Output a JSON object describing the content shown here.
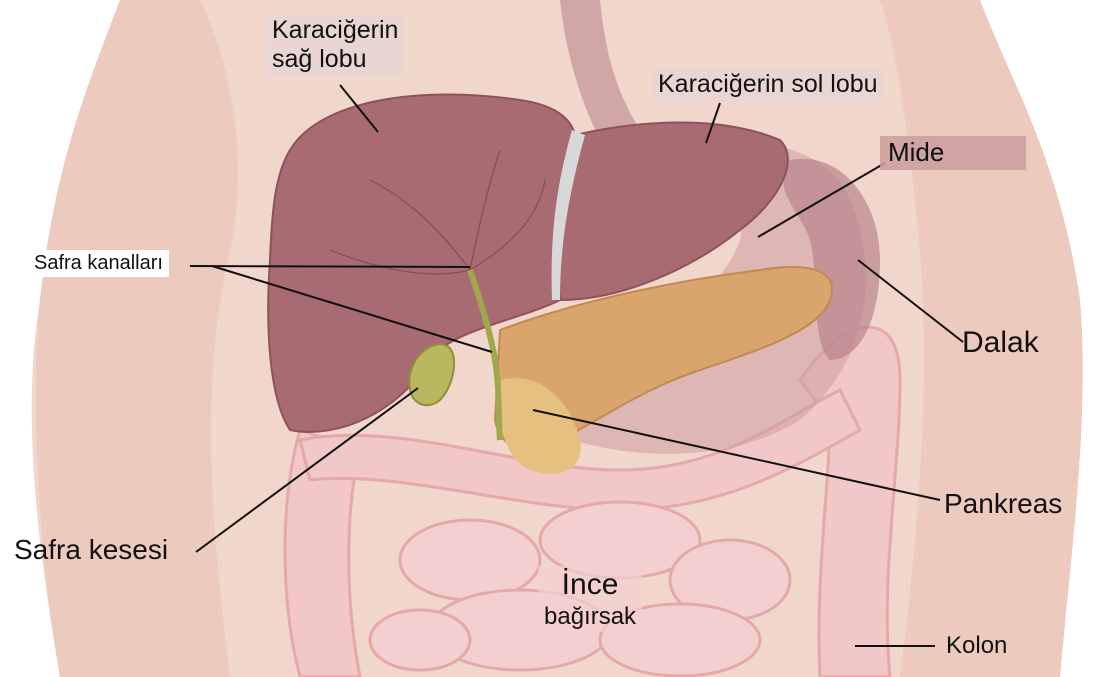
{
  "labels": {
    "liver_right_lobe": [
      "Karaciğerin",
      "sağ lobu"
    ],
    "liver_left_lobe": "Karaciğerin sol lobu",
    "stomach": "Mide",
    "bile_ducts": "Safra kanalları",
    "spleen": "Dalak",
    "pancreas": "Pankreas",
    "gallbladder": "Safra kesesi",
    "small_intestine": [
      "İnce",
      "bağırsak"
    ],
    "colon": "Kolon"
  },
  "colors": {
    "skin": "#f1d6cc",
    "skin_shadow": "#e2b6a8",
    "liver": "#a86b72",
    "liver_dark": "#8e525a",
    "pancreas": "#d9a56d",
    "gallbladder": "#b9b860",
    "intestine": "#f2c7c7",
    "intestine_shadow": "#e3a9ab",
    "stomach": "#c99096",
    "leader_line": "#111111"
  }
}
